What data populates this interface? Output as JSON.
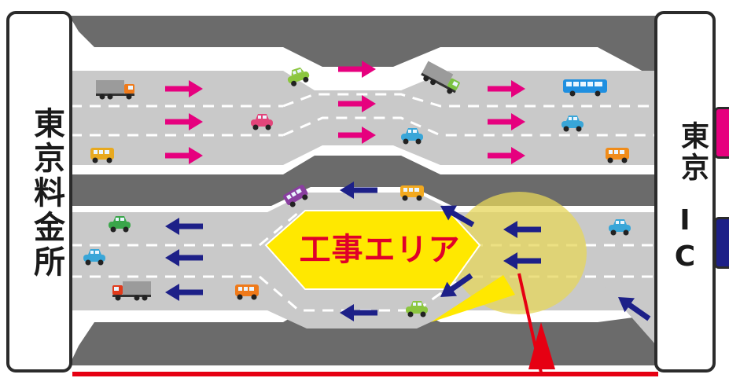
{
  "left_label": "東京料金所",
  "right_label_kanji": "東京",
  "right_label_dash": "I",
  "right_label_latin": "C",
  "work_area_label": "工事エリア",
  "colors": {
    "road": "#c9c9c9",
    "median": "#6b6b6b",
    "eastbound_arrow": "#e6007e",
    "westbound_arrow": "#1d2088",
    "work_zone": "#ffe800",
    "work_text": "#e0002a",
    "callout": "#e60012",
    "highlight": "#e5d65a"
  },
  "icons": {
    "eastbound": "arrow-right-icon",
    "westbound": "arrow-left-icon",
    "vehicles": [
      "truck-icon",
      "car-icon",
      "bus-icon",
      "van-icon"
    ]
  }
}
